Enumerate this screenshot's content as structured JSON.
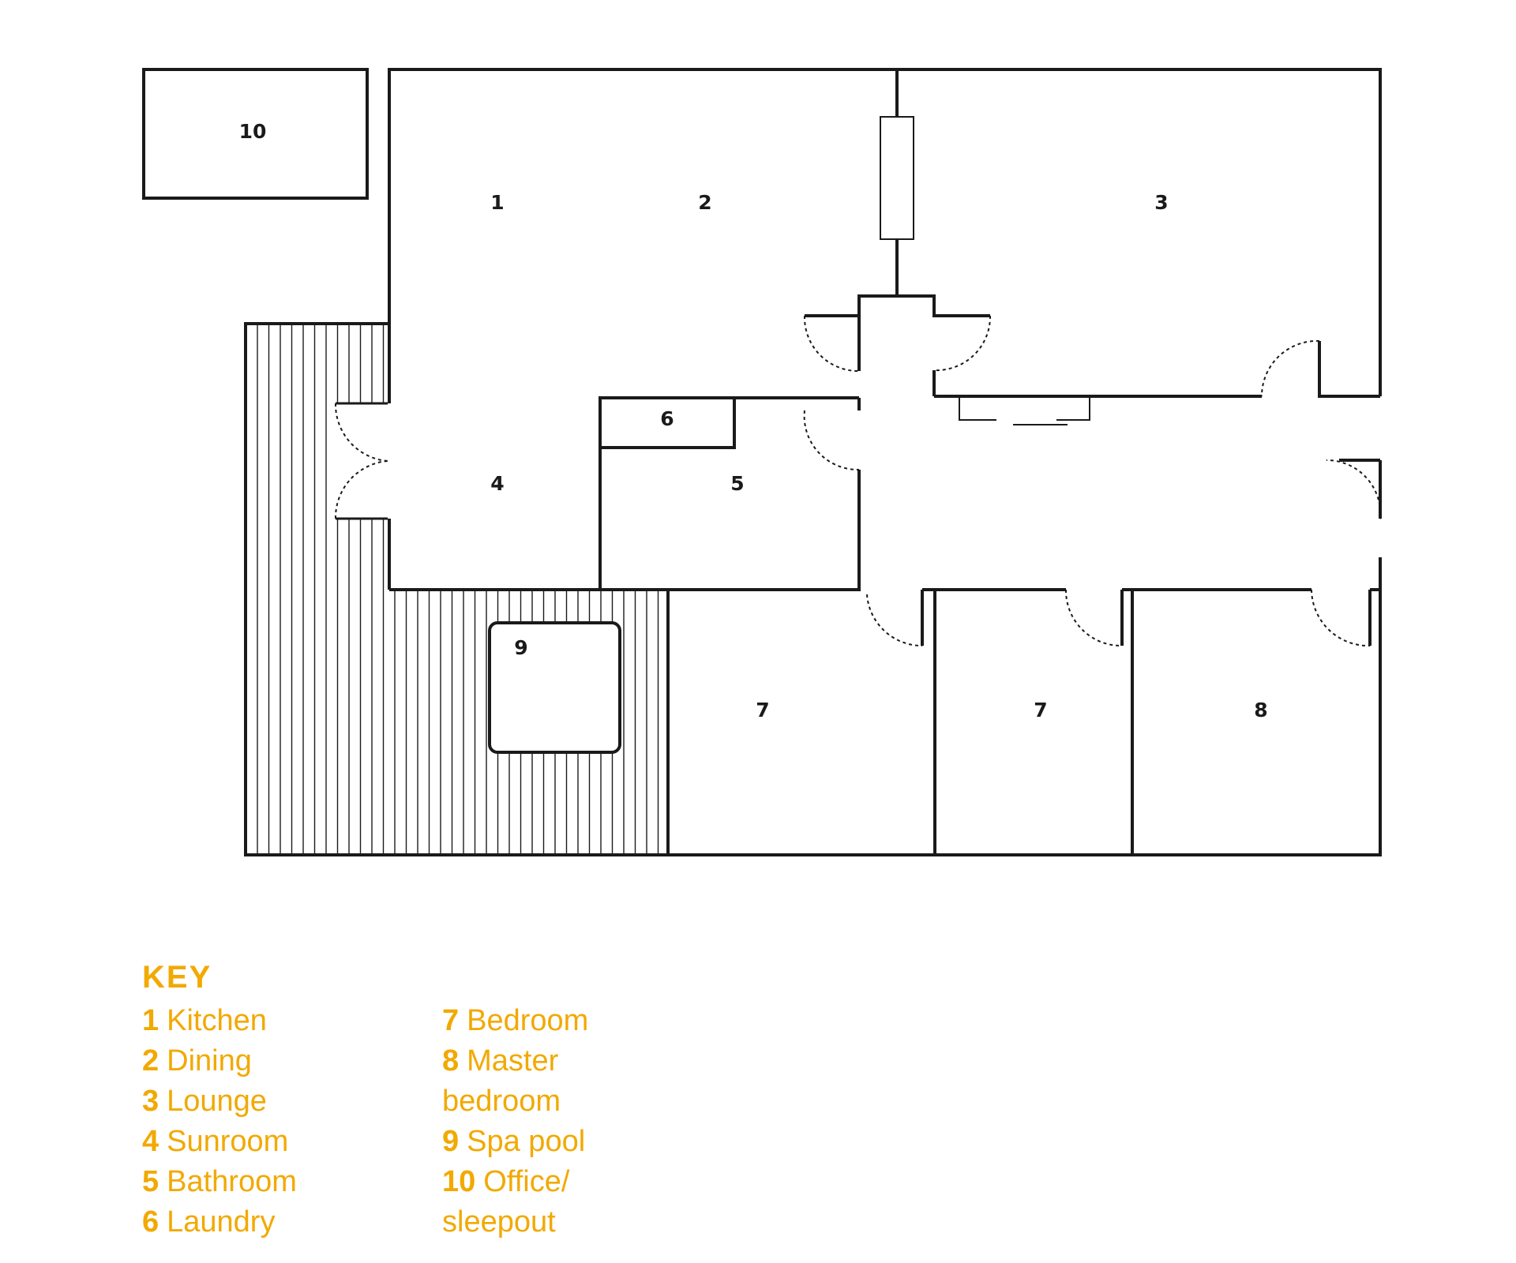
{
  "rooms": [
    {
      "id": "r1",
      "label": "1"
    },
    {
      "id": "r2",
      "label": "2"
    },
    {
      "id": "r3",
      "label": "3"
    },
    {
      "id": "r4",
      "label": "4"
    },
    {
      "id": "r5",
      "label": "5"
    },
    {
      "id": "r6",
      "label": "6"
    },
    {
      "id": "r7a",
      "label": "7"
    },
    {
      "id": "r7b",
      "label": "7"
    },
    {
      "id": "r8",
      "label": "8"
    },
    {
      "id": "r9",
      "label": "9"
    },
    {
      "id": "r10",
      "label": "10"
    }
  ],
  "key": {
    "title": "KEY",
    "items": [
      {
        "num": "1",
        "name": "Kitchen"
      },
      {
        "num": "2",
        "name": "Dining"
      },
      {
        "num": "3",
        "name": "Lounge"
      },
      {
        "num": "4",
        "name": "Sunroom"
      },
      {
        "num": "5",
        "name": "Bathroom"
      },
      {
        "num": "6",
        "name": "Laundry"
      },
      {
        "num": "7",
        "name": "Bedroom"
      },
      {
        "num": "8",
        "name": "Master bedroom"
      },
      {
        "num": "9",
        "name": "Spa pool"
      },
      {
        "num": "10",
        "name": "Office/ sleepout"
      }
    ]
  },
  "colors": {
    "line": "#1a1a1a",
    "accent": "#f2a900",
    "background": "#ffffff"
  }
}
